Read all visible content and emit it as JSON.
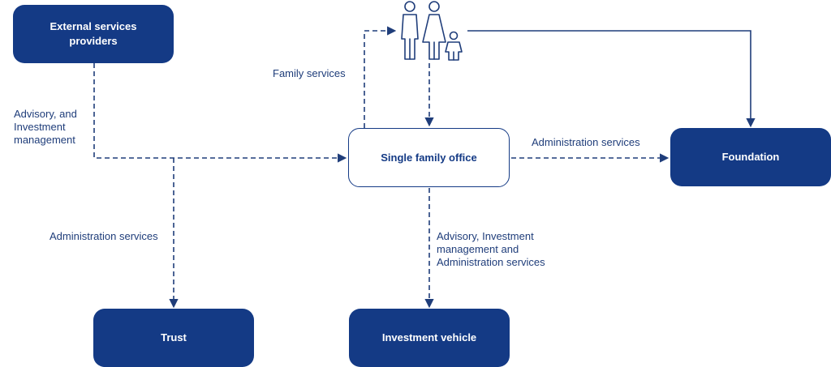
{
  "nodes": {
    "external": "External services\nproviders",
    "office": "Single family office",
    "foundation": "Foundation",
    "trust": "Trust",
    "vehicle": "Investment vehicle"
  },
  "edge_labels": {
    "family_services": "Family services",
    "advisory_investment": "Advisory, and\nInvestment\nmanagement",
    "admin_foundation": "Administration services",
    "admin_trust": "Administration services",
    "advisory_vehicle": "Advisory, Investment\nmanagement and\nAdministration services"
  },
  "icons": {
    "family": "family-icon"
  },
  "colors": {
    "primary": "#143a85",
    "line": "#1f3d7a"
  }
}
